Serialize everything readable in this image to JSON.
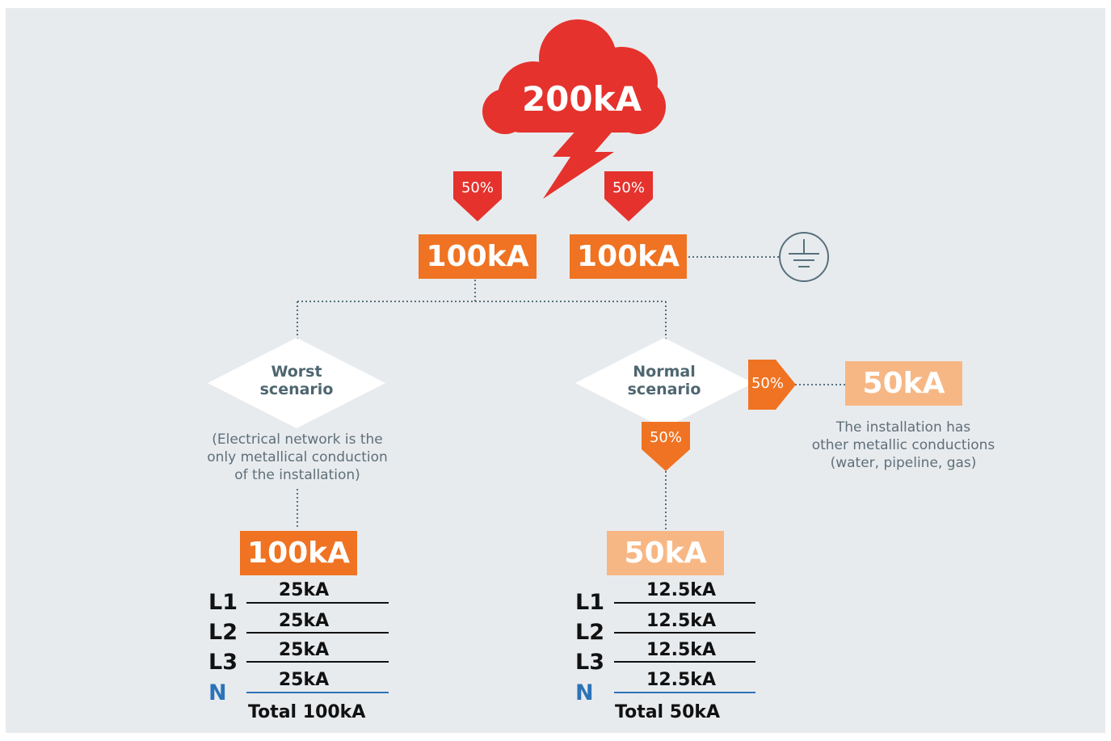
{
  "colors": {
    "background": "#e8ebee",
    "cloud_red": "#e5322d",
    "orange": "#ef7322",
    "peach": "#f7b784",
    "slate": "#4f6670",
    "neutral_blue": "#2c73b8"
  },
  "icons": {
    "storm": "lightning-cloud-icon",
    "earth": "ground-symbol-icon"
  },
  "lightning": {
    "value": "200kA"
  },
  "split": {
    "left_pct": "50%",
    "right_pct": "50%",
    "left_value": "100kA",
    "right_value": "100kA"
  },
  "worst": {
    "title_line1": "Worst",
    "title_line2": "scenario",
    "note_line1": "(Electrical network is the",
    "note_line2": "only metallical conduction",
    "note_line3": "of the installation)",
    "value": "100kA",
    "phases": [
      {
        "label": "L1",
        "value": "25kA"
      },
      {
        "label": "L2",
        "value": "25kA"
      },
      {
        "label": "L3",
        "value": "25kA"
      },
      {
        "label": "N",
        "value": "25kA"
      }
    ],
    "total": "Total 100kA"
  },
  "normal": {
    "title_line1": "Normal",
    "title_line2": "scenario",
    "side_pct": "50%",
    "down_pct": "50%",
    "side_value": "50kA",
    "side_note_line1": "The installation has",
    "side_note_line2": "other metallic conductions",
    "side_note_line3": "(water, pipeline, gas)",
    "value": "50kA",
    "phases": [
      {
        "label": "L1",
        "value": "12.5kA"
      },
      {
        "label": "L2",
        "value": "12.5kA"
      },
      {
        "label": "L3",
        "value": "12.5kA"
      },
      {
        "label": "N",
        "value": "12.5kA"
      }
    ],
    "total": "Total 50kA"
  }
}
